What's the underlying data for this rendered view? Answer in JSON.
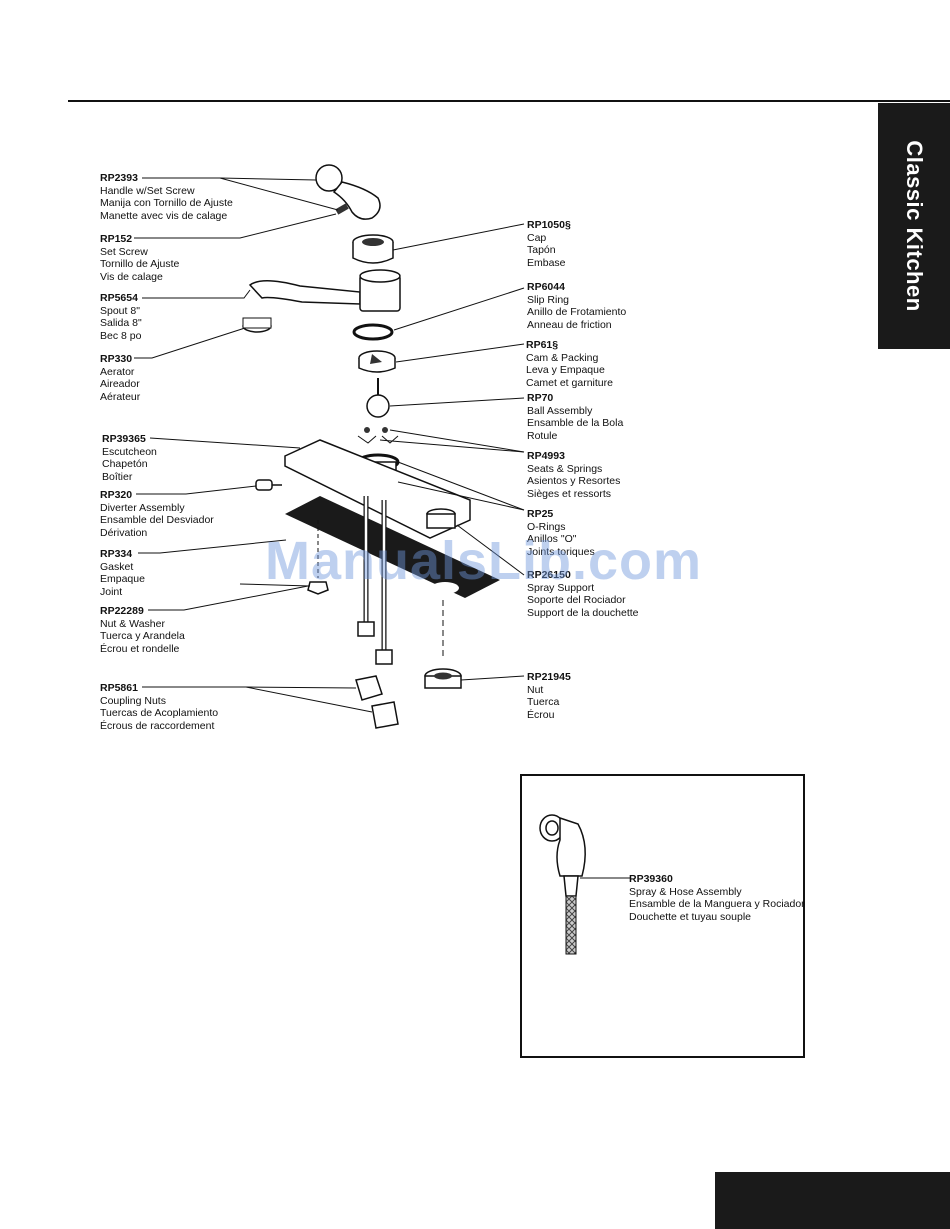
{
  "page": {
    "side_tab_text": "Classic Kitchen",
    "watermark": "ManualsLib.com"
  },
  "parts": [
    {
      "part_no": "RP2393",
      "lines": [
        "Handle w/Set Screw",
        "Manija con Tornillo de Ajuste",
        "Manette avec vis de calage"
      ]
    },
    {
      "part_no": "RP152",
      "lines": [
        "Set Screw",
        "Tornillo de Ajuste",
        "Vis de calage"
      ]
    },
    {
      "part_no": "RP5654",
      "lines": [
        "Spout 8\"",
        "Salida 8\"",
        "Bec 8 po"
      ]
    },
    {
      "part_no": "RP330",
      "lines": [
        "Aerator",
        "Aireador",
        "Aérateur"
      ]
    },
    {
      "part_no": "RP39365",
      "lines": [
        "Escutcheon",
        "Chapetón",
        "Boîtier"
      ]
    },
    {
      "part_no": "RP320",
      "lines": [
        "Diverter Assembly",
        "Ensamble del Desviador",
        "Dérivation"
      ]
    },
    {
      "part_no": "RP334",
      "lines": [
        "Gasket",
        "Empaque",
        "Joint"
      ]
    },
    {
      "part_no": "RP22289",
      "lines": [
        "Nut & Washer",
        "Tuerca y Arandela",
        "Écrou et rondelle"
      ]
    },
    {
      "part_no": "RP5861",
      "lines": [
        "Coupling Nuts",
        "Tuercas de Acoplamiento",
        "Écrous de raccordement"
      ]
    },
    {
      "part_no": "RP1050§",
      "lines": [
        "Cap",
        "Tapón",
        "Embase"
      ]
    },
    {
      "part_no": "RP6044",
      "lines": [
        "Slip Ring",
        "Anillo de Frotamiento",
        "Anneau de friction"
      ]
    },
    {
      "part_no": "RP61§",
      "lines": [
        "Cam & Packing",
        "Leva y Empaque",
        "Camet et garniture"
      ]
    },
    {
      "part_no": "RP70",
      "lines": [
        "Ball Assembly",
        "Ensamble de la Bola",
        "Rotule"
      ]
    },
    {
      "part_no": "RP4993",
      "lines": [
        "Seats & Springs",
        "Asientos y Resortes",
        "Sièges et ressorts"
      ]
    },
    {
      "part_no": "RP25",
      "lines": [
        "O-Rings",
        "Anillos \"O\"",
        "Joints toriques"
      ]
    },
    {
      "part_no": "RP26150",
      "lines": [
        "Spray Support",
        "Soporte del Rociador",
        "Support de la douchette"
      ]
    },
    {
      "part_no": "RP21945",
      "lines": [
        "Nut",
        "Tuerca",
        "Écrou"
      ]
    }
  ],
  "spray": {
    "part_no": "RP39360",
    "lines": [
      "Spray & Hose Assembly",
      "Ensamble de la Manguera y Rociador",
      "Douchette et tuyau souple"
    ]
  }
}
